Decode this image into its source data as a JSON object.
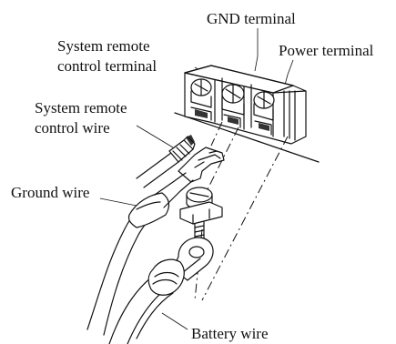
{
  "labels": {
    "gnd_terminal": "GND terminal",
    "system_remote_control_terminal": [
      "System remote",
      "control terminal"
    ],
    "power_terminal": "Power terminal",
    "system_remote_control_wire": [
      "System remote",
      "control wire"
    ],
    "ground_wire": "Ground wire",
    "battery_wire": "Battery wire"
  }
}
